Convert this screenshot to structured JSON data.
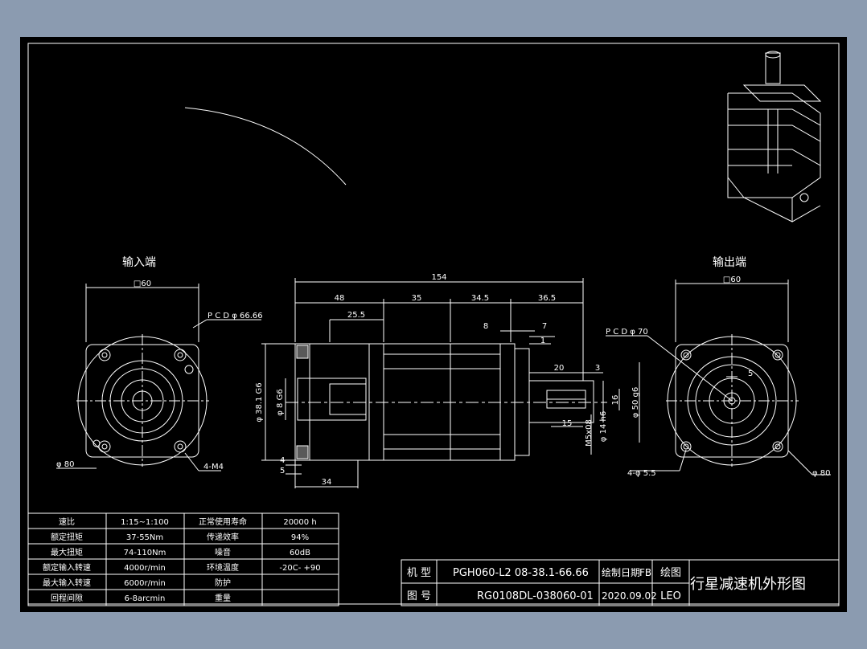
{
  "colors": {
    "background": "#8b9bb0",
    "sheet": "#000000",
    "line": "#ffffff"
  },
  "views": {
    "input_title": "输入端",
    "output_title": "输出端"
  },
  "input_view": {
    "square": "□60",
    "pcd": "P C D φ 66.66",
    "dia": "φ 80",
    "holes": "4-M4"
  },
  "output_view": {
    "square": "□60",
    "pcd": "P C D φ 70",
    "key": "5",
    "holes": "4-φ 5.5",
    "dia": "φ 80"
  },
  "side_view": {
    "total": "154",
    "d48": "48",
    "d35": "35",
    "d345": "34.5",
    "d365": "36.5",
    "d255": "25.5",
    "d8": "8",
    "d7": "7",
    "d1": "1",
    "d20": "20",
    "d3": "3",
    "d15": "15",
    "d16": "16",
    "d4": "4",
    "d5": "5",
    "d34": "34",
    "dia38": "φ 38.1 G6",
    "dia8": "φ 8 G6",
    "dia50": "φ 50 g6",
    "dia14": "φ 14 h6",
    "m5": "M5x08"
  },
  "spec_table": [
    [
      "速比",
      "1:15~1:100",
      "正常使用寿命",
      "20000 h"
    ],
    [
      "额定扭矩",
      "37-55Nm",
      "传递效率",
      "94%"
    ],
    [
      "最大扭矩",
      "74-110Nm",
      "噪音",
      "60dB"
    ],
    [
      "额定输入转速",
      "4000r/min",
      "环境温度",
      "-20C- +90"
    ],
    [
      "最大输入转速",
      "6000r/min",
      "",
      ""
    ],
    [
      "回程间隙",
      "6-8arcmin",
      "",
      ""
    ]
  ],
  "spec_table_extra": [
    "防护",
    "重量"
  ],
  "title_block": {
    "model_label": "机 型",
    "model": "PGH060-L2 08-38.1-66.66",
    "drawing_label": "图 号",
    "drawing_no": "RG0108DL-038060-01",
    "drawn_label": "绘制日期",
    "drawn_by": "FB",
    "date": "2020.09.02",
    "draw_label": "绘图",
    "drawer": "LEO",
    "title": "行星减速机外形图"
  }
}
